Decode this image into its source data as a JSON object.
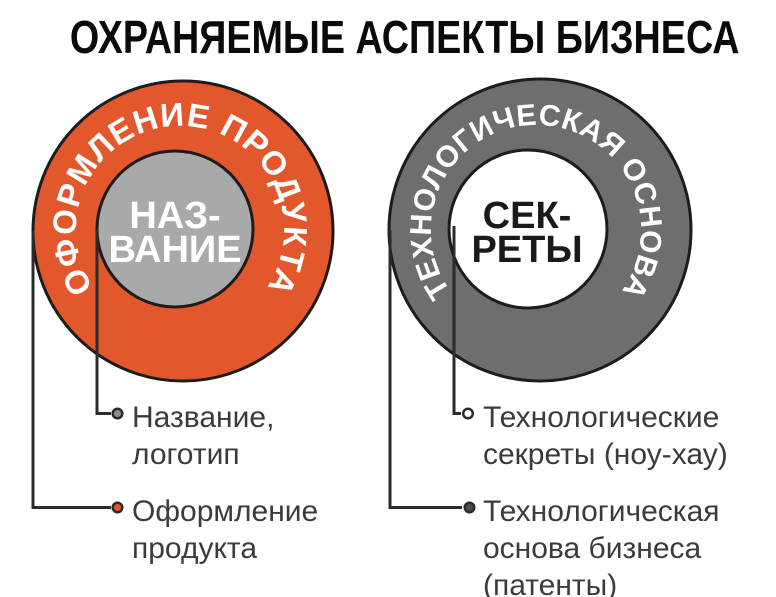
{
  "title": "ОХРАНЯЕМЫЕ АСПЕКТЫ БИЗНЕСА",
  "colors": {
    "orange": "#E2572B",
    "ring_gray": "#6E6E6E",
    "inner_gray": "#A9A9A9",
    "inner_white": "#FFFFFF",
    "outline": "#1C1C1C",
    "connector": "#2B2B2B",
    "label_text": "#3B3B3B"
  },
  "left_donut": {
    "ring_label": "ОФОРМЛЕНИЕ ПРОДУКТА",
    "center_line1": "НАЗ-",
    "center_line2": "ВАНИЕ"
  },
  "right_donut": {
    "ring_label": "ТЕХНОЛОГИЧЕСКАЯ ОСНОВА",
    "center_line1": "СЕК-",
    "center_line2": "РЕТЫ"
  },
  "legend": {
    "left": [
      {
        "label": "Название,\nлоготип",
        "bullet_color": "#8E8E8E"
      },
      {
        "label": "Оформление\nпродукта",
        "bullet_color": "#E2572B"
      }
    ],
    "right": [
      {
        "label": "Технологические\nсекреты (ноу-хау)",
        "bullet_color": "#FFFFFF"
      },
      {
        "label": "Технологическая\nоснова бизнеса\n(патенты)",
        "bullet_color": "#4A4A4A"
      }
    ]
  }
}
